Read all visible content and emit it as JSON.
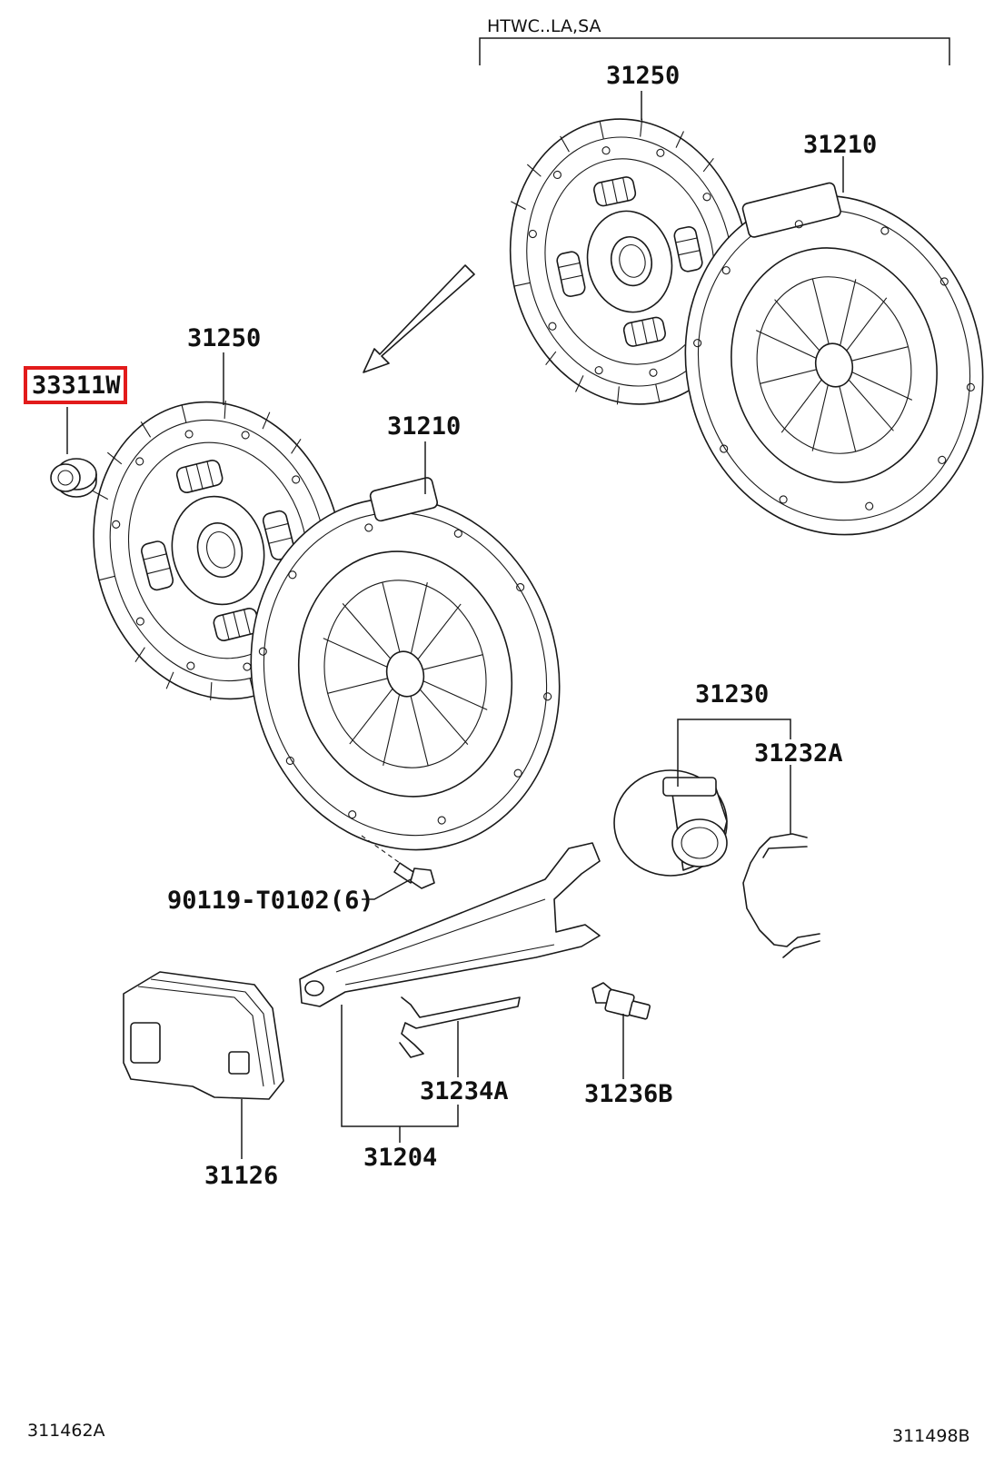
{
  "diagram": {
    "accent_color": "#e21b1b",
    "group_header": "HTWC..LA,SA",
    "footer_left": "311462A",
    "footer_right": "311498B",
    "parts": {
      "clutch_disc_upper": "31250",
      "clutch_cover_upper": "31210",
      "clutch_disc_lower": "31250",
      "pilot_bearing": "33311W",
      "clutch_cover_lower": "31210",
      "release_bearing_assy": "31230",
      "release_bearing_clip": "31232A",
      "cover_bolt": "90119-T0102(6)",
      "release_fork_spring": "31234A",
      "release_fork_support": "31236B",
      "release_fork_boot": "31126",
      "release_fork_assy": "31204"
    }
  }
}
